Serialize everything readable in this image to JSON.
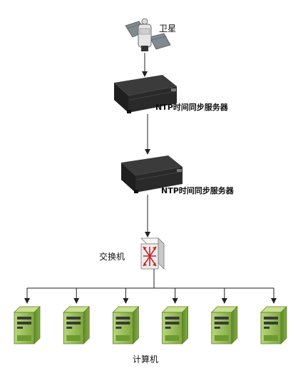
{
  "labels": {
    "satellite": "卫星",
    "ntp_server_1": "NTP时间同步服务器",
    "ntp_server_2": "NTP时间同步服务器",
    "switch": "交换机",
    "computers": "计算机"
  },
  "colors": {
    "line": "#222222",
    "server_body": "#2b2b2b",
    "server_top": "#3a3a3a",
    "computer_green": "#9cc25a",
    "computer_green_dark": "#6e9a32",
    "switch_face": "#eeeeee",
    "switch_arrow": "#c0282d"
  },
  "icons": {
    "satellite": "satellite-icon",
    "server": "rack-server-icon",
    "switch": "network-switch-icon",
    "computer": "tower-computer-icon"
  },
  "computer_count": 6
}
